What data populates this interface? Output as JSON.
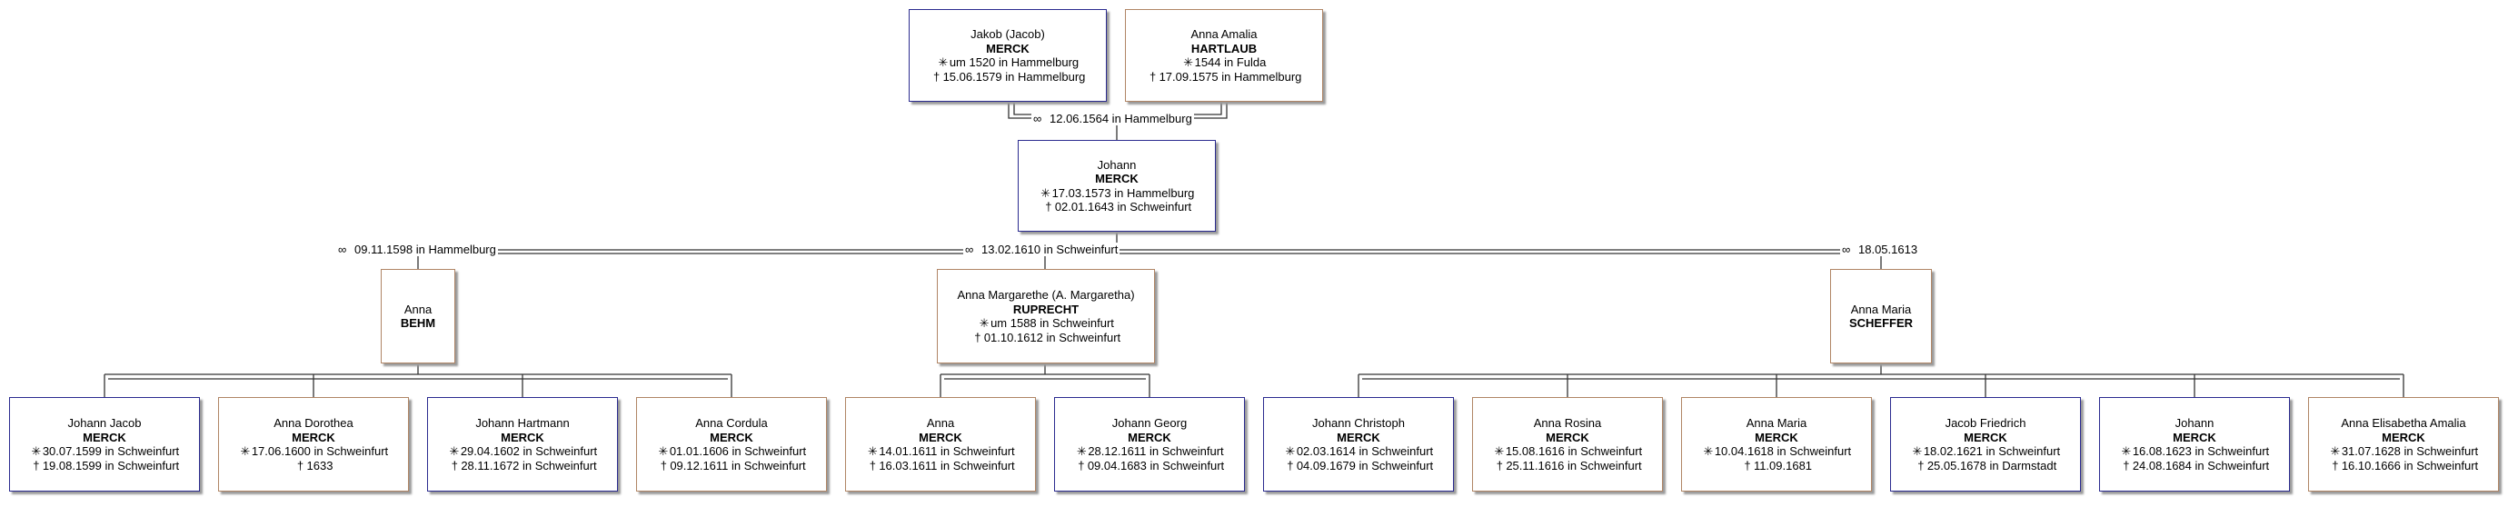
{
  "symbols": {
    "birth": "✳",
    "death": "†",
    "marriage": "∞"
  },
  "colors": {
    "male_border": "#2b2b8f",
    "female_border": "#b08565",
    "line": "#333333"
  },
  "people": {
    "jakob": {
      "given": "Jakob (Jacob)",
      "surname": "MERCK",
      "birth": "um 1520 in Hammelburg",
      "death": "15.06.1579 in Hammelburg"
    },
    "amalia": {
      "given": "Anna Amalia",
      "surname": "HARTLAUB",
      "birth": "1544 in Fulda",
      "death": "17.09.1575 in Hammelburg"
    },
    "johann": {
      "given": "Johann",
      "surname": "MERCK",
      "birth": "17.03.1573 in Hammelburg",
      "death": "02.01.1643 in Schweinfurt"
    },
    "anna_behm": {
      "given": "Anna",
      "surname": "BEHM"
    },
    "ruprecht": {
      "given": "Anna Margarethe (A. Margaretha)",
      "surname": "RUPRECHT",
      "birth": "um 1588 in Schweinfurt",
      "death": "01.10.1612 in Schweinfurt"
    },
    "scheffer": {
      "given": "Anna Maria",
      "surname": "SCHEFFER"
    }
  },
  "marriages": {
    "parents": "12.06.1564 in Hammelburg",
    "m1": "09.11.1598 in Hammelburg",
    "m2": "13.02.1610 in Schweinfurt",
    "m3": "18.05.1613"
  },
  "children": [
    {
      "given": "Johann Jacob",
      "surname": "MERCK",
      "birth": "30.07.1599 in Schweinfurt",
      "death": "19.08.1599 in Schweinfurt"
    },
    {
      "given": "Anna Dorothea",
      "surname": "MERCK",
      "birth": "17.06.1600 in Schweinfurt",
      "death": "1633"
    },
    {
      "given": "Johann Hartmann",
      "surname": "MERCK",
      "birth": "29.04.1602 in Schweinfurt",
      "death": "28.11.1672 in Schweinfurt"
    },
    {
      "given": "Anna Cordula",
      "surname": "MERCK",
      "birth": "01.01.1606 in Schweinfurt",
      "death": "09.12.1611 in Schweinfurt"
    },
    {
      "given": "Anna",
      "surname": "MERCK",
      "birth": "14.01.1611 in Schweinfurt",
      "death": "16.03.1611 in Schweinfurt"
    },
    {
      "given": "Johann Georg",
      "surname": "MERCK",
      "birth": "28.12.1611 in Schweinfurt",
      "death": "09.04.1683 in Schweinfurt"
    },
    {
      "given": "Johann Christoph",
      "surname": "MERCK",
      "birth": "02.03.1614 in Schweinfurt",
      "death": "04.09.1679 in Schweinfurt"
    },
    {
      "given": "Anna Rosina",
      "surname": "MERCK",
      "birth": "15.08.1616 in Schweinfurt",
      "death": "25.11.1616 in Schweinfurt"
    },
    {
      "given": "Anna Maria",
      "surname": "MERCK",
      "birth": "10.04.1618 in Schweinfurt",
      "death": "11.09.1681"
    },
    {
      "given": "Jacob Friedrich",
      "surname": "MERCK",
      "birth": "18.02.1621 in Schweinfurt",
      "death": "25.05.1678 in Darmstadt"
    },
    {
      "given": "Johann",
      "surname": "MERCK",
      "birth": "16.08.1623 in Schweinfurt",
      "death": "24.08.1684 in Schweinfurt"
    },
    {
      "given": "Anna Elisabetha Amalia",
      "surname": "MERCK",
      "birth": "31.07.1628 in Schweinfurt",
      "death": "16.10.1666 in Schweinfurt"
    }
  ]
}
